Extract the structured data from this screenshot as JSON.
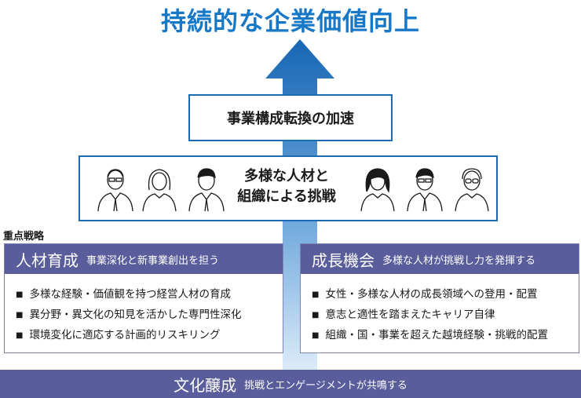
{
  "title": "持続的な企業価値向上",
  "top_box": "事業構成転換の加速",
  "middle_box": {
    "line1": "多様な人材と",
    "line2": "組織による挑戦"
  },
  "focus_label": "重点戦略",
  "left_panel": {
    "title": "人材育成",
    "subtitle": "事業深化と新事業創出を担う",
    "items": [
      "多様な経験・価値観を持つ経営人材の育成",
      "異分野・異文化の知見を活かした専門性深化",
      "環境変化に適応する計画的リスキリング"
    ]
  },
  "right_panel": {
    "title": "成長機会",
    "subtitle": "多様な人材が挑戦し力を発揮する",
    "items": [
      "女性・多様な人材の成長領域への登用・配置",
      "意志と適性を踏まえたキャリア自律",
      "組織・国・事業を超えた越境経験・挑戦的配置"
    ]
  },
  "culture": {
    "title": "文化醸成",
    "subtitle": "挑戦とエンゲージメントが共鳴する"
  },
  "icons": [
    "person-icon",
    "person-icon",
    "person-icon",
    "person-icon",
    "person-icon",
    "person-icon"
  ],
  "colors": {
    "title_blue": "#1878c8",
    "arrow_top": "#1766b4",
    "arrow_bottom": "#d6e8f7",
    "panel_header": "#5a5d9c"
  }
}
